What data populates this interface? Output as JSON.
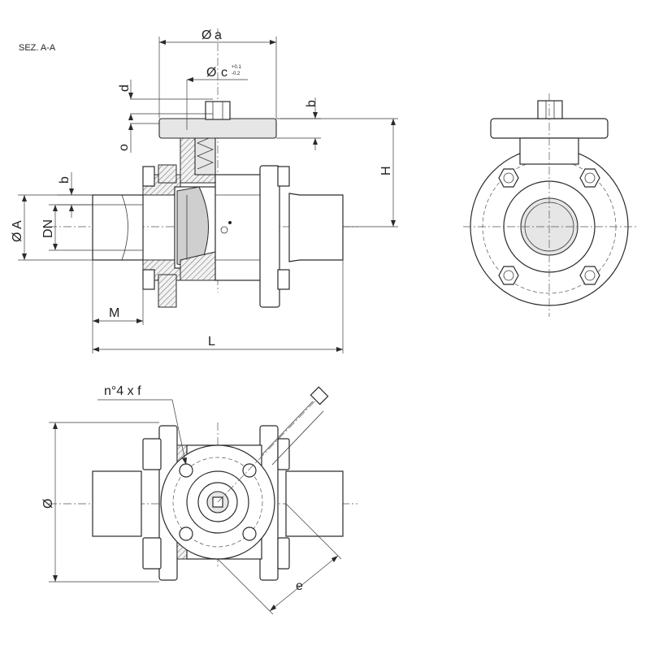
{
  "section_label": "SEZ. A-A",
  "dimensions": {
    "a": "a",
    "c": "c",
    "tol_upper": "+0.1",
    "tol_lower": "-0.2",
    "d": "d",
    "o": "o",
    "b_top": "b",
    "b_left": "b",
    "H": "H",
    "A": "A",
    "DN": "DN",
    "M": "M",
    "L": "L",
    "holes": "n°4 x f",
    "diameter": "",
    "e": "e"
  },
  "symbols": {
    "diameter": "Ø"
  }
}
